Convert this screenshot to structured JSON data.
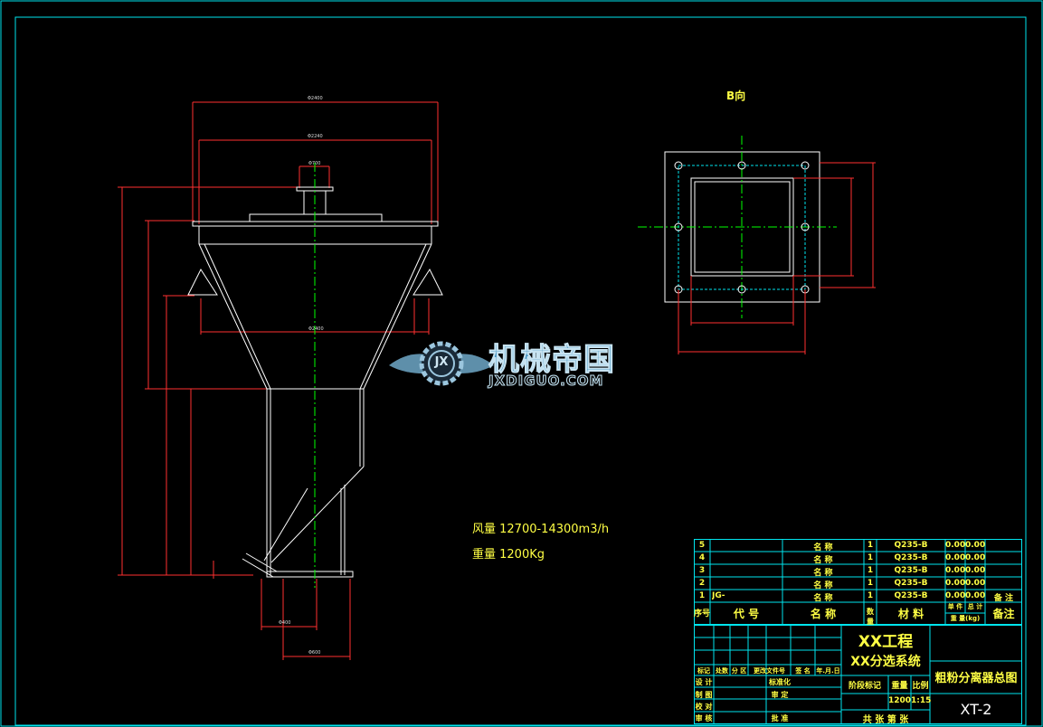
{
  "view_label": "B向",
  "specs": {
    "airflow": "风量  12700-14300m3/h",
    "weight": "重量  1200Kg"
  },
  "watermark": {
    "logo_letters": "JX",
    "cn": "机械帝国",
    "en": "JXDIGUO.COM"
  },
  "bom": {
    "rows": [
      {
        "no": "5",
        "code": "",
        "name": "名   称",
        "qty": "1",
        "material": "Q235-B",
        "w1": "0.00",
        "w2": "0.00",
        "note": ""
      },
      {
        "no": "4",
        "code": "",
        "name": "名   称",
        "qty": "1",
        "material": "Q235-B",
        "w1": "0.00",
        "w2": "0.00",
        "note": ""
      },
      {
        "no": "3",
        "code": "",
        "name": "名   称",
        "qty": "1",
        "material": "Q235-B",
        "w1": "0.00",
        "w2": "0.00",
        "note": ""
      },
      {
        "no": "2",
        "code": "",
        "name": "名   称",
        "qty": "1",
        "material": "Q235-B",
        "w1": "0.00",
        "w2": "0.00",
        "note": ""
      },
      {
        "no": "1",
        "code": "JG-",
        "name": "名   称",
        "qty": "1",
        "material": "Q235-B",
        "w1": "0.00",
        "w2": "0.00",
        "note": "备 注"
      }
    ],
    "header": {
      "no": "序号",
      "code": "代   号",
      "name": "名   称",
      "qty": "数量",
      "material": "材   料",
      "w1": "单 件",
      "w2": "总 计",
      "wlabel": "重 量(kg)",
      "note": "备注"
    }
  },
  "title_block": {
    "project": "XX工程",
    "system": "XX分选系统",
    "drawing_name": "粗粉分离器总图",
    "drawing_no": "XT-2",
    "stage_label": "阶段标记",
    "weight_label": "重量",
    "scale_label": "比例",
    "weight_value": "1200",
    "scale_value": "1:15",
    "sheet_text": "共  张  第  张",
    "rev_headers": [
      "标记",
      "处数",
      "分 区",
      "更改文件号",
      "签 名",
      "年.月.日"
    ],
    "design": "设 计",
    "draw": "制 图",
    "check": "校 对",
    "review": "审 核",
    "standard": "标准化",
    "audit": "审 定",
    "approve": "批 准"
  }
}
